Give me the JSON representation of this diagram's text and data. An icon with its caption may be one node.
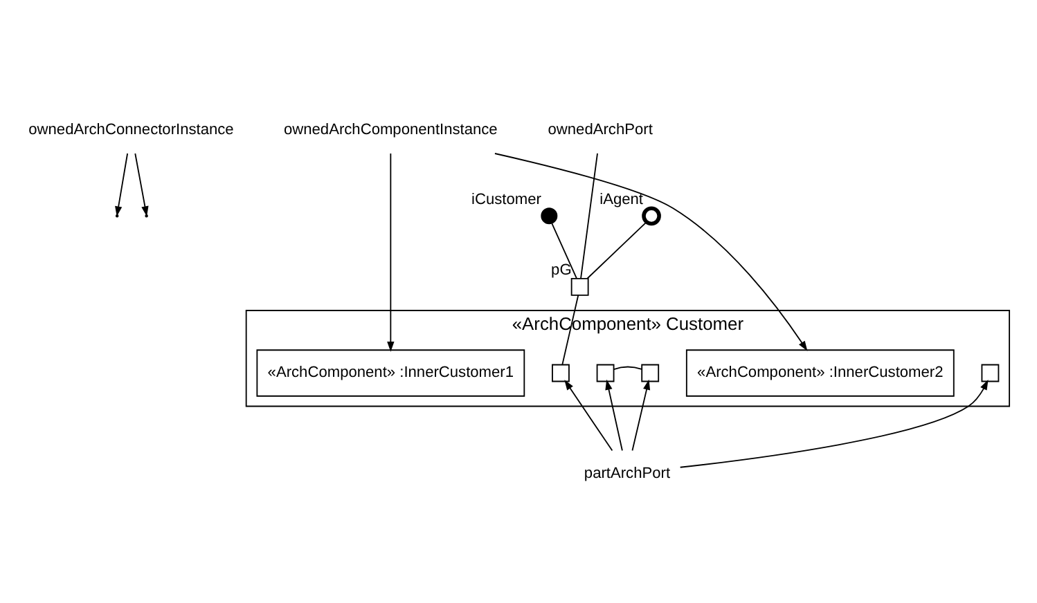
{
  "diagram": {
    "nodes": [
      {
        "text": [
          "ownedArchConnectorInstance"
        ]
      },
      {
        "text": [
          "ownedArchComponentInstance"
        ]
      },
      {
        "text": [
          "ownedArchPort"
        ]
      },
      {
        "text": [
          "«ArchComponent» Customer"
        ]
      },
      {
        "text": [],
        "shape": "box",
        "beside": [
          "pG"
        ]
      },
      {
        "text": [],
        "shape": "socket",
        "beside": [
          "iAgent"
        ]
      },
      {
        "text": [],
        "shape": "circle",
        "beside": [
          "iCustomer"
        ]
      },
      {
        "text": [],
        "shape": "box",
        "in": 3
      },
      {
        "text": [
          "«ArchComponent» :InnerCustomer1"
        ],
        "in": 3
      },
      {
        "text": [],
        "shape": "box",
        "in": 3
      },
      {
        "text": [],
        "shape": "box",
        "in": 3
      },
      {
        "text": [
          "«ArchComponent» :InnerCustomer2"
        ],
        "in": 3
      },
      {
        "text": [],
        "shape": "box",
        "in": 3
      },
      {
        "text": [
          "partArchPort"
        ]
      }
    ],
    "edges": [
      {
        "from": 5,
        "to": 4,
        "arrow": "none"
      },
      {
        "from": 6,
        "to": 4,
        "arrow": "none"
      },
      {
        "from": 4,
        "to": 7,
        "arrow": "none"
      },
      {
        "from": 9,
        "to": 10,
        "arrow": "none"
      },
      {
        "from": 0,
        "to": null,
        "arrow": "to"
      },
      {
        "from": 0,
        "to": null,
        "arrow": "to"
      },
      {
        "from": 1,
        "to": 8,
        "arrow": "to"
      },
      {
        "from": 1,
        "to": 11,
        "arrow": "to"
      },
      {
        "from": 2,
        "to": 4,
        "arrow": "none"
      },
      {
        "from": 13,
        "to": 7,
        "arrow": "to"
      },
      {
        "from": 13,
        "to": 9,
        "arrow": "to"
      },
      {
        "from": 13,
        "to": 10,
        "arrow": "to"
      },
      {
        "from": 13,
        "to": 12,
        "arrow": "to"
      }
    ]
  }
}
